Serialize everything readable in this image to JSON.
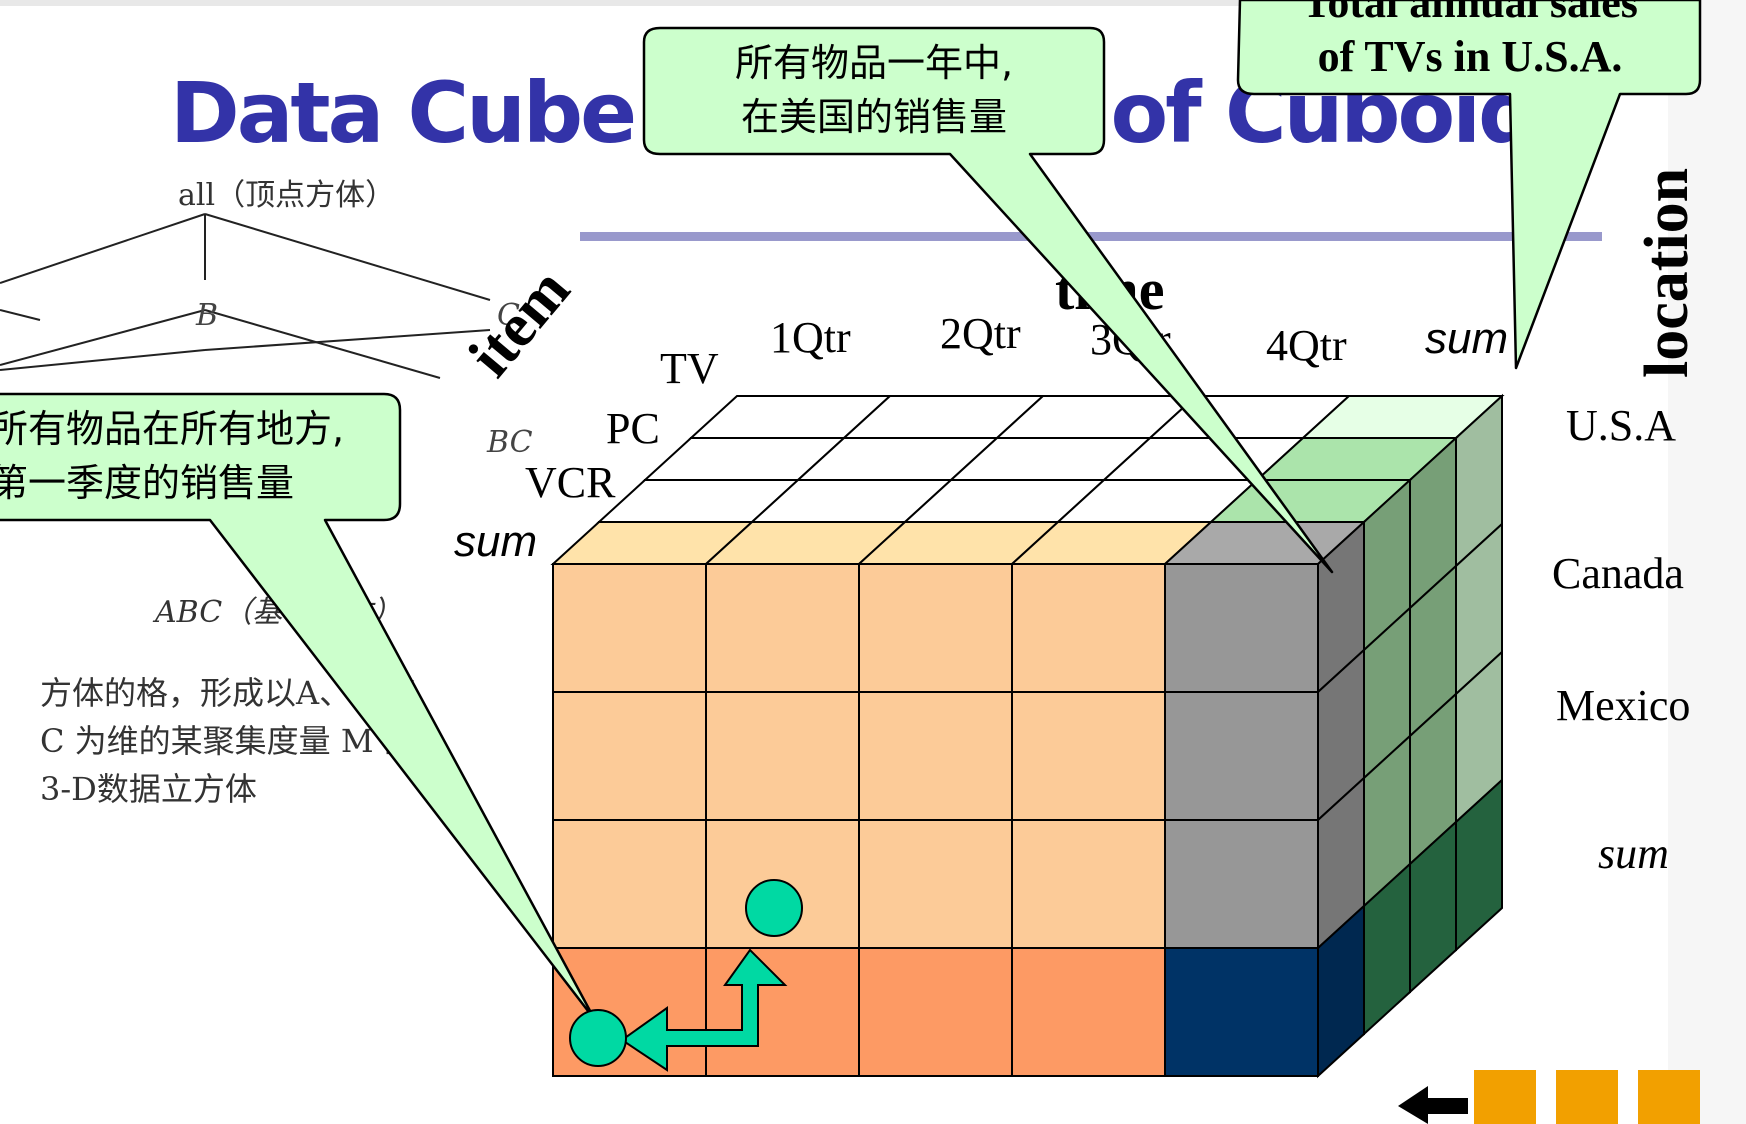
{
  "title": "Data Cube: A Lattice of Cuboids",
  "lattice": {
    "apex_label": "all（顶点方体）",
    "node_b": "B",
    "node_c": "C",
    "node_bc": "BC",
    "base_label": "ABC（基本方体）",
    "caption_lines": [
      "方体的格，形成以A、B 和",
      "C 为维的某聚集度量 M 的",
      "3-D数据立方体"
    ]
  },
  "cube": {
    "items": [
      "TV",
      "PC",
      "VCR",
      "sum"
    ],
    "quarters": [
      "1Qtr",
      "2Qtr",
      "3Qtr",
      "4Qtr",
      "sum"
    ],
    "locations": [
      "U.S.A",
      "Canada",
      "Mexico",
      "sum"
    ],
    "axis_time": "time",
    "axis_item": "item",
    "axis_location": "location",
    "colors": {
      "cell_light_orange": "#fccb98",
      "cell_dark_orange": "#fd9a64",
      "cell_gray": "#979797",
      "cell_navy": "#003366",
      "cell_light_green": "#cdf3cd",
      "cell_mid_green": "#99cc99",
      "cell_dark_green": "#2e7d4f",
      "title_color": "#3333a8",
      "callout_fill": "#ccffcc",
      "arrow_color": "#00d9a3"
    }
  },
  "callouts": [
    {
      "id": "usa-all-items",
      "lines": [
        "所有物品一年中,",
        "在美国的销售量"
      ]
    },
    {
      "id": "tv-usa",
      "lines": [
        "Total annual sales",
        "of  TVs in U.S.A."
      ]
    },
    {
      "id": "q1-all",
      "lines": [
        "所有物品在所有地方,",
        "第一季度的销售量"
      ]
    }
  ]
}
